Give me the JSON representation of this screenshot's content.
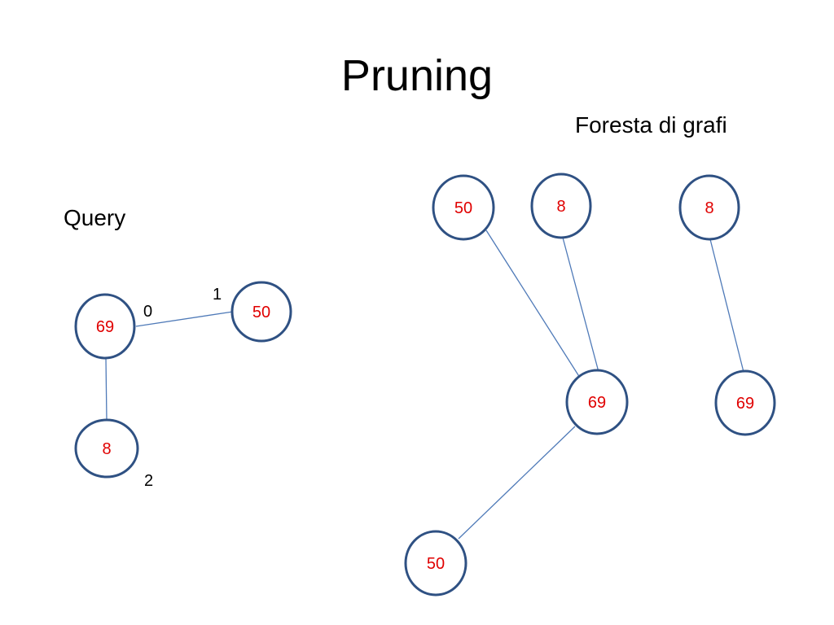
{
  "slide": {
    "title": "Pruning",
    "query_label": "Query",
    "forest_label": "Foresta di grafi"
  },
  "colors": {
    "node_stroke": "#2f5183",
    "edge": "#4f7ab8",
    "node_value": "#e00000",
    "text": "#000000"
  },
  "query": {
    "nodes": [
      {
        "id": "q69",
        "value": "69",
        "index": "0"
      },
      {
        "id": "q50",
        "value": "50",
        "index": "1"
      },
      {
        "id": "q8",
        "value": "8",
        "index": "2"
      }
    ],
    "edges": [
      [
        "q69",
        "q50"
      ],
      [
        "q69",
        "q8"
      ]
    ]
  },
  "forest": {
    "nodes": [
      {
        "id": "f50a",
        "value": "50"
      },
      {
        "id": "f8a",
        "value": "8"
      },
      {
        "id": "f69a",
        "value": "69"
      },
      {
        "id": "f50b",
        "value": "50"
      },
      {
        "id": "f8b",
        "value": "8"
      },
      {
        "id": "f69b",
        "value": "69"
      }
    ],
    "edges": [
      [
        "f50a",
        "f69a"
      ],
      [
        "f8a",
        "f69a"
      ],
      [
        "f69a",
        "f50b"
      ],
      [
        "f8b",
        "f69b"
      ]
    ]
  }
}
